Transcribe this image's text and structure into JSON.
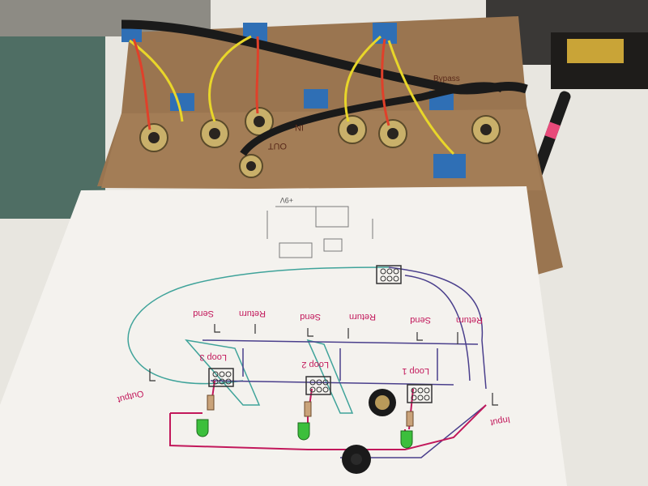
{
  "schematic": {
    "loop_labels": [
      "Loop 1",
      "Loop 2",
      "Loop 3"
    ],
    "send_labels": [
      "Send",
      "Send",
      "Send"
    ],
    "return_labels": [
      "Return",
      "Return",
      "Return"
    ],
    "input_label": "Input",
    "output_label": "Output",
    "power_label": "+9V"
  },
  "board": {
    "marker_labels": [
      "IN",
      "OUT",
      "Bypass"
    ]
  },
  "colors": {
    "cardboard": "#9a7550",
    "paper": "#f4f2ee",
    "magenta_trace": "#c2185b",
    "purple_trace": "#4a3f8c",
    "teal_trace": "#3fa39a",
    "wire_red": "#e0402a",
    "wire_yellow": "#e8d62a",
    "switch_blue": "#2f6fb5",
    "led_green": "#3cbf3c"
  }
}
